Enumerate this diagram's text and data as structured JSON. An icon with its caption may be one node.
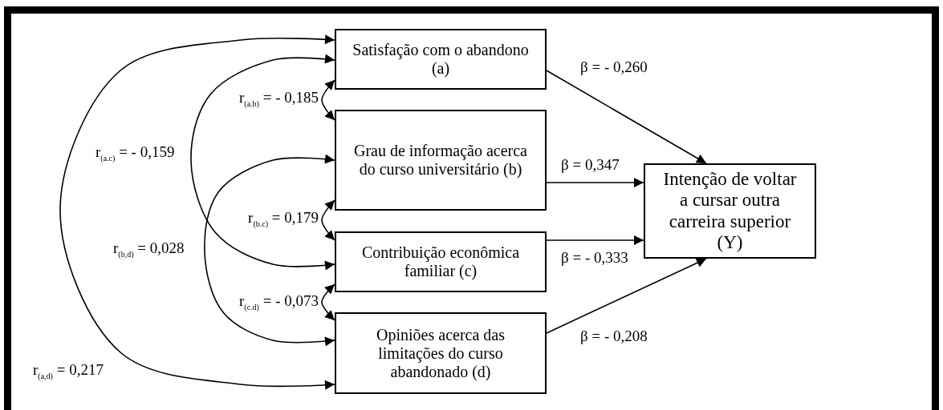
{
  "diagram": {
    "nodes": [
      {
        "text": [
          "Satisfação com o abandono (a)"
        ]
      },
      {
        "text": [
          "Grau de informação acerca do curso universitário (b)"
        ]
      },
      {
        "text": [
          "Contribuição econômica familiar (c)"
        ]
      },
      {
        "text": [
          "Opiniões acerca das limitações do curso abandonado (d)"
        ]
      },
      {
        "text": [
          "Intenção de voltar a cursar outra carreira superior (Y)"
        ]
      }
    ],
    "edges": [
      {
        "from": 0,
        "to": 4,
        "arrow": "to",
        "label": "β = - 0,260"
      },
      {
        "from": 1,
        "to": 4,
        "arrow": "to",
        "label": "β = 0,347"
      },
      {
        "from": 2,
        "to": 4,
        "arrow": "to",
        "label": "β = - 0,333"
      },
      {
        "from": 3,
        "to": 4,
        "arrow": "to",
        "label": "β = - 0,208"
      },
      {
        "from": 0,
        "to": 1,
        "arrow": "both",
        "label": "r$_{(a.b)}$ = - 0,185"
      },
      {
        "from": 0,
        "to": 2,
        "arrow": "both",
        "label": "r$_{(a.c)}$ = - 0,159"
      },
      {
        "from": 1,
        "to": 2,
        "arrow": "both",
        "label": "r$_{(b.c)}$ = 0,179"
      },
      {
        "from": 1,
        "to": 3,
        "arrow": "both",
        "label": "r$_{(b,d)}$ = 0,028"
      },
      {
        "from": 2,
        "to": 3,
        "arrow": "both",
        "label": "r$_{(c.d)}$ = - 0,073"
      },
      {
        "from": 0,
        "to": 3,
        "arrow": "both",
        "label": "r$_{(a,d)}$ = 0,217"
      }
    ]
  }
}
